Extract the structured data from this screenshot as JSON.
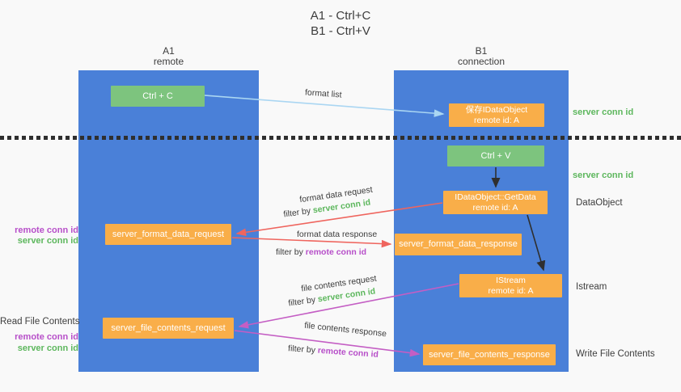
{
  "title": {
    "line1": "A1 - Ctrl+C",
    "line2": "B1 - Ctrl+V"
  },
  "lanes": {
    "left": {
      "header1": "A1",
      "header2": "remote"
    },
    "right": {
      "header1": "B1",
      "header2": "connection"
    }
  },
  "boxes": {
    "ctrl_c": "Ctrl + C",
    "ctrl_v": "Ctrl + V",
    "save_idataobject_1": "保存IDataObject",
    "save_idataobject_2": "remote id: A",
    "getdata_1": "IDataObject::GetData",
    "getdata_2": "remote id: A",
    "istream_1": "IStream",
    "istream_2": "remote id: A",
    "server_format_data_request": "server_format_data_request",
    "server_format_data_response": "server_format_data_response",
    "server_file_contents_request": "server_file_contents_request",
    "server_file_contents_response": "server_file_contents_response"
  },
  "side_labels": {
    "server_conn_id_top": "server conn id",
    "server_conn_id_mid": "server conn id",
    "dataobject": "DataObject",
    "istream": "Istream",
    "write_file_contents": "Write File Contents",
    "read_file_contents": "Read File Contents",
    "remote_conn_id_left1": "remote conn id",
    "server_conn_id_left1": "server conn id",
    "remote_conn_id_left2": "remote conn id",
    "server_conn_id_left2": "server conn id"
  },
  "arrow_labels": {
    "format_list": "format list",
    "format_data_request": "format data request",
    "format_data_response": "format data response",
    "file_contents_request": "file contents request",
    "file_contents_response": "file contents response",
    "filter_by": "filter by",
    "server_conn_id": "server conn id",
    "remote_conn_id": "remote conn id"
  },
  "colors": {
    "lane_blue": "#4a80d8",
    "box_green": "#7dc47e",
    "box_orange": "#f9ae49",
    "label_green": "#5db75d",
    "label_purple": "#b74fc9",
    "arrow_red": "#ef655e",
    "arrow_magenta": "#c45ec4",
    "arrow_lightblue": "#aad6f2",
    "arrow_black": "#2f2f2f",
    "text_dark": "#3d3d3d",
    "background": "#f9f9f9"
  }
}
